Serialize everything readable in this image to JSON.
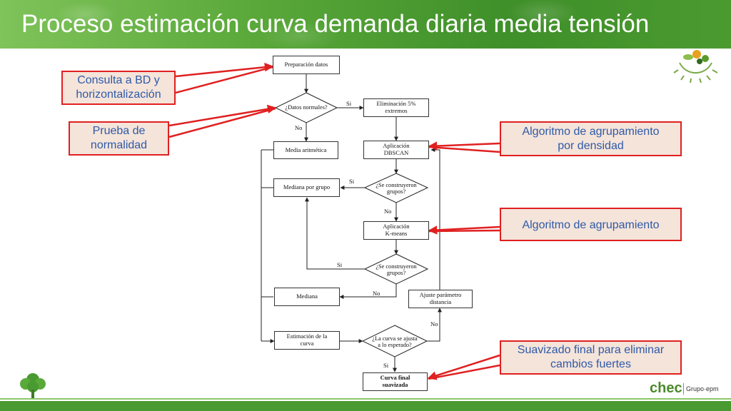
{
  "header": {
    "title": "Proceso estimación curva demanda diaria media tensión"
  },
  "flowchart": {
    "prep": "Preparación datos",
    "normal_q": "¿Datos normales?",
    "elim": "Eliminación 5%\nextremos",
    "media": "Media aritmética",
    "dbscan": "Aplicación\nDBSCAN",
    "grupos_q1": "¿Se construyeron\ngrupos?",
    "mediana_grupo": "Mediana por grupo",
    "kmeans": "Aplicación\nK-means",
    "grupos_q2": "¿Se construyeron\ngrupos?",
    "mediana": "Mediana",
    "ajuste": "Ajuste parámetro\ndistancia",
    "estimacion": "Estimación de la\ncurva",
    "curva_q": "¿La curva se ajusta\na lo esperado?",
    "final": "Curva final\nsuavizada",
    "label_si": "Si",
    "label_no": "No"
  },
  "callouts": {
    "bd": "Consulta a BD y\nhorizontalización",
    "normalidad": "Prueba de\nnormalidad",
    "densidad": "Algoritmo de agrupamiento\npor densidad",
    "agrupamiento": "Algoritmo de agrupamiento",
    "suavizado": "Suavizado final para eliminar\ncambios fuertes"
  },
  "footer": {
    "logo_text": "chec",
    "group_text": "Grupo·epm"
  },
  "colors": {
    "header_green": "#5aa83a",
    "callout_border": "#e02020",
    "callout_fill": "#f5e4da",
    "callout_text": "#2e5aa8"
  }
}
